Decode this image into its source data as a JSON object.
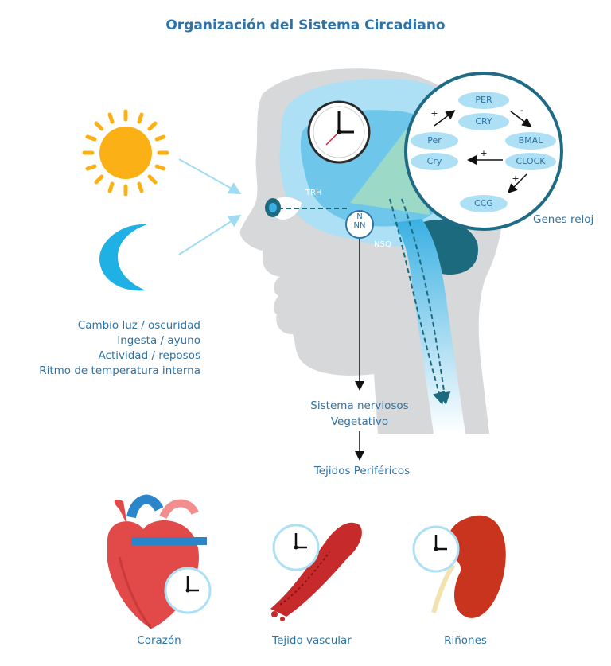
{
  "title": "Organización del Sistema Circadiano",
  "inputs": [
    "Cambio luz / oscuridad",
    "Ingesta / ayuno",
    "Actividad / reposos",
    "Ritmo de temperatura interna"
  ],
  "labels": {
    "trh": "TRH",
    "nsq": "NSQ",
    "nnn": [
      "N",
      "N",
      "N"
    ],
    "genes_reloj": "Genes reloj",
    "sistema": [
      "Sistema nerviosos",
      "Vegetativo"
    ],
    "tejidos": "Tejidos Periféricos"
  },
  "genes": {
    "per_upper": "PER",
    "cry_upper": "CRY",
    "per_lower": "Per",
    "cry_lower": "Cry",
    "bmal": "BMAL",
    "clock": "CLOCK",
    "ccg": "CCG",
    "signs": [
      "+",
      "-",
      "+",
      "+"
    ]
  },
  "organs": [
    {
      "name": "Corazón",
      "icon": "heart-icon"
    },
    {
      "name": "Tejido vascular",
      "icon": "blood-vessel-icon"
    },
    {
      "name": "Riñones",
      "icon": "kidney-icon"
    }
  ],
  "colors": {
    "title_blue": "#2e73a6",
    "light_blue": "#aee0f5",
    "mid_blue": "#3ab0e2",
    "dark_teal": "#1b6a7e",
    "head_gray": "#d7d8da",
    "sun_orange": "#fbb116",
    "moon_blue": "#1fb0e4",
    "gene_ellipse": "#aee0f5",
    "circle_border": "#1f6b86"
  }
}
